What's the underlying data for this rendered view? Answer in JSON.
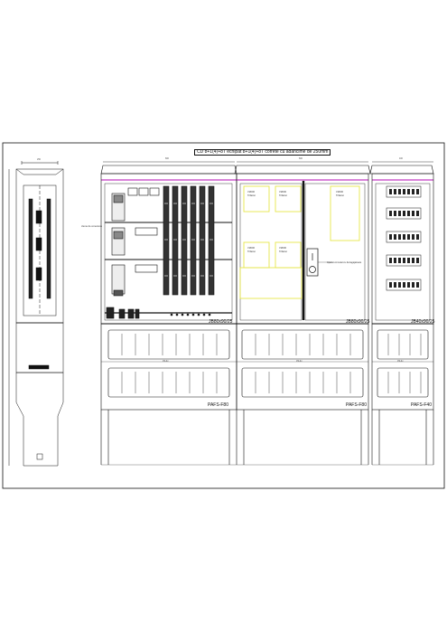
{
  "title": "CD 8+1(4)+8T echipat 8+1(4)+8T cofrete cu adancime de 250mm",
  "cabinets": {
    "left": {
      "top_label": "JB80x90/25",
      "base_label": "PAFS-F80",
      "socket_label": "33-2x"
    },
    "middle": {
      "top_label": "JB80x90/25",
      "base_label": "PAFS-F80",
      "socket_label": "33-2x"
    },
    "right": {
      "top_label": "JB40x90/25",
      "base_label": "PAFS-F40",
      "socket_label": "33-2x"
    }
  },
  "annotations": {
    "left_note": "cleme de conexiune",
    "middle_note": "Aparat comutat cu dezagajatoare",
    "meter_box_text": [
      "VIZOR",
      "Trifazat"
    ]
  },
  "dimensions": {
    "side_width": "250",
    "left_width": "800",
    "middle_width": "800",
    "right_width": "400"
  },
  "colors": {
    "line": "#111111",
    "accent_magenta": "#c23bc2",
    "meter_yellow": "#e6e64a"
  }
}
